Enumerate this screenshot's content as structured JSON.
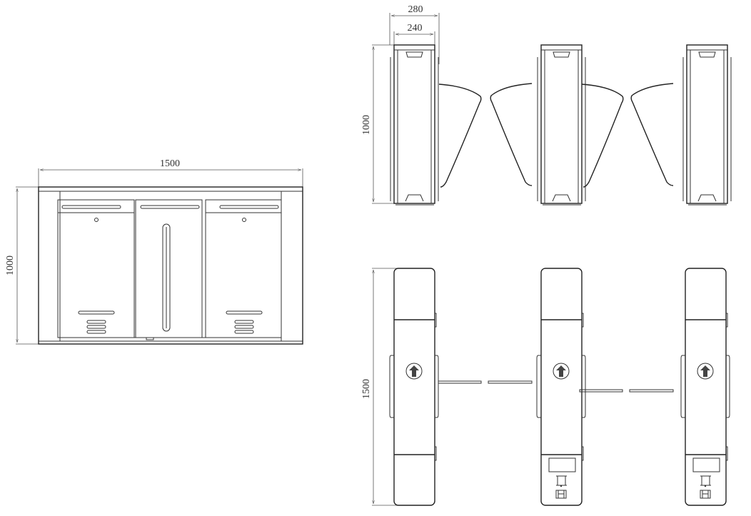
{
  "front_view": {
    "width_label": "1500",
    "height_label": "1000"
  },
  "side_view": {
    "outer_width_label": "280",
    "inner_width_label": "240",
    "height_label": "1000",
    "units": 3
  },
  "top_view": {
    "length_label": "1500",
    "units": 3,
    "icons": [
      "arrow-up-circle-icon",
      "display-panel-icon",
      "card-reader-icon"
    ]
  }
}
